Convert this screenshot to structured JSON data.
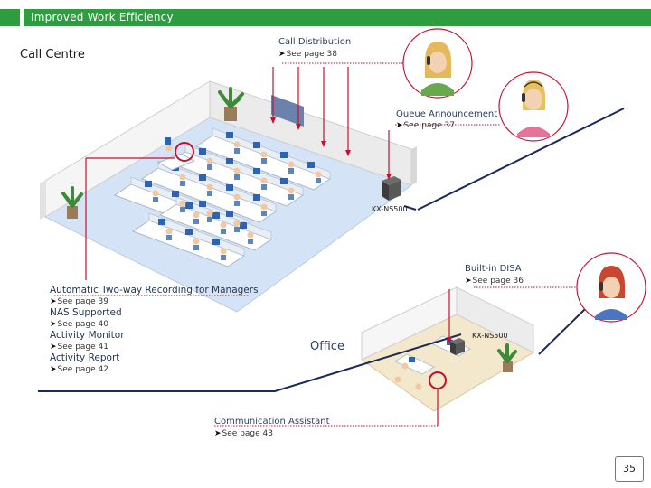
{
  "header": {
    "title": "Improved Work Efficiency"
  },
  "sections": {
    "call_centre": "Call Centre",
    "office": "Office"
  },
  "features": {
    "call_distribution": {
      "title": "Call Distribution",
      "ref": "See page 38"
    },
    "queue_announcement": {
      "title": "Queue Announcement",
      "ref": "See page 37"
    },
    "built_in_disa": {
      "title": "Built-in DISA",
      "ref": "See page 36"
    },
    "two_way_recording": {
      "title": "Automatic Two-way Recording for Managers",
      "ref": "See page 39"
    },
    "nas_supported": {
      "title": "NAS Supported",
      "ref": "See page 40"
    },
    "activity_monitor": {
      "title": "Activity Monitor",
      "ref": "See page 41"
    },
    "activity_report": {
      "title": "Activity Report",
      "ref": "See page 42"
    },
    "communication_assistant": {
      "title": "Communication Assistant",
      "ref": "See page 43"
    }
  },
  "devices": {
    "pbx_call_centre": "KX-NS500",
    "pbx_office": "KX-NS500"
  },
  "footer": {
    "page_number": "35"
  },
  "colors": {
    "brand_green": "#2e9d3f",
    "callout_red": "#c8102e",
    "floor_blue": "#d4e3f6",
    "office_floor": "#f3e7cc"
  }
}
